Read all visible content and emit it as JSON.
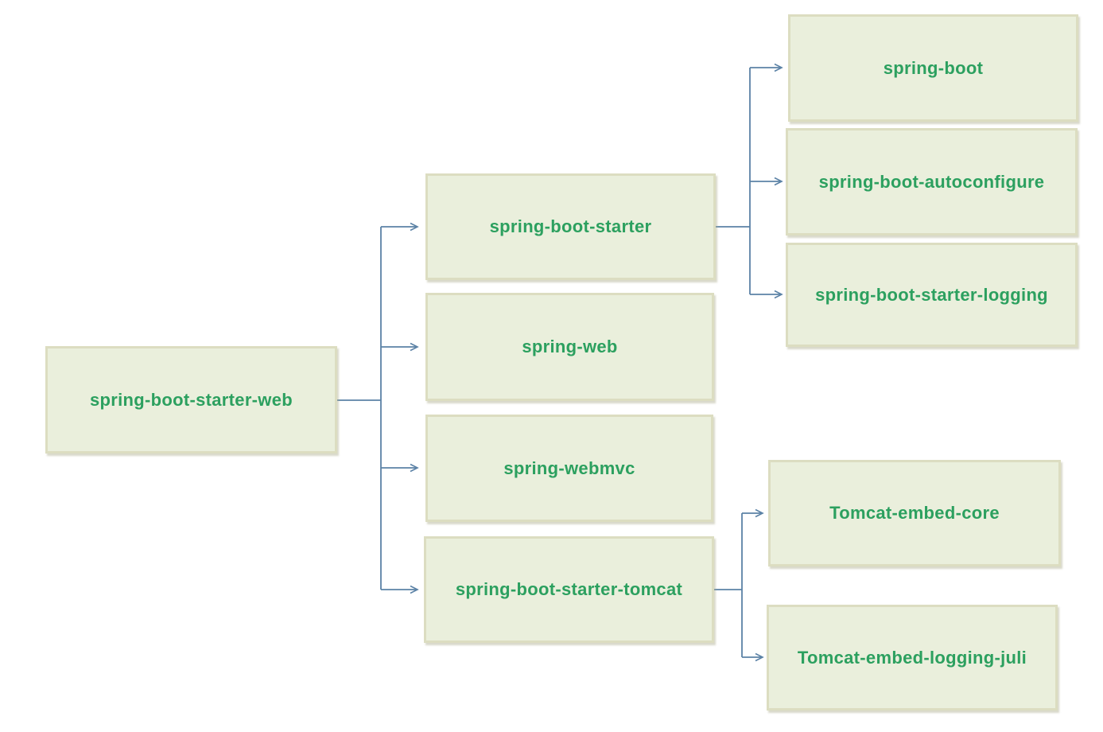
{
  "diagram": {
    "type": "dependency-tree",
    "colors": {
      "node_fill": "#eaefdc",
      "node_border": "#dcddc1",
      "node_text": "#2ca05f",
      "connector_line": "#5b82a6",
      "background": "#ffffff"
    },
    "nodes": {
      "root": {
        "label": "spring-boot-starter-web"
      },
      "starter": {
        "label": "spring-boot-starter"
      },
      "web": {
        "label": "spring-web"
      },
      "webmvc": {
        "label": "spring-webmvc"
      },
      "tomcat": {
        "label": "spring-boot-starter-tomcat"
      },
      "boot": {
        "label": "spring-boot"
      },
      "autoconfigure": {
        "label": "spring-boot-autoconfigure"
      },
      "logging": {
        "label": "spring-boot-starter-logging"
      },
      "embed_core": {
        "label": "Tomcat-embed-core"
      },
      "embed_juli": {
        "label": "Tomcat-embed-logging-juli"
      }
    },
    "edges": [
      {
        "from": "spring-boot-starter-web",
        "to": "spring-boot-starter"
      },
      {
        "from": "spring-boot-starter-web",
        "to": "spring-web"
      },
      {
        "from": "spring-boot-starter-web",
        "to": "spring-webmvc"
      },
      {
        "from": "spring-boot-starter-web",
        "to": "spring-boot-starter-tomcat"
      },
      {
        "from": "spring-boot-starter",
        "to": "spring-boot"
      },
      {
        "from": "spring-boot-starter",
        "to": "spring-boot-autoconfigure"
      },
      {
        "from": "spring-boot-starter",
        "to": "spring-boot-starter-logging"
      },
      {
        "from": "spring-boot-starter-tomcat",
        "to": "Tomcat-embed-core"
      },
      {
        "from": "spring-boot-starter-tomcat",
        "to": "Tomcat-embed-logging-juli"
      }
    ]
  }
}
